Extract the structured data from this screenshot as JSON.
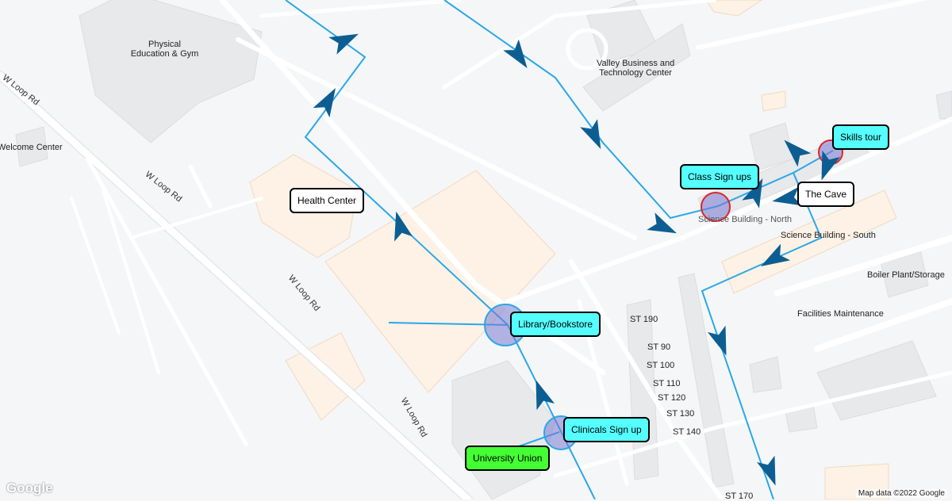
{
  "places": [
    "Physical\nEducation & Gym",
    "Welcome Center",
    "Valley Business and\nTechnology Center",
    "Science Building - South",
    "Boiler Plant/Storage",
    "Facilities Maintenance",
    "Science Building - North",
    "ST 190",
    "ST 90",
    "ST 100",
    "ST 110",
    "ST 120",
    "ST 130",
    "ST 140",
    "ST 170"
  ],
  "roads": [
    "W Loop Rd",
    "W Loop Rd",
    "W Loop Rd",
    "W Loop Rd"
  ],
  "markers": [
    {
      "label": "Health Center",
      "style": "white"
    },
    {
      "label": "Class Sign ups",
      "style": "cyan"
    },
    {
      "label": "Skills tour",
      "style": "cyan"
    },
    {
      "label": "The Cave",
      "style": "white"
    },
    {
      "label": "Library/Bookstore",
      "style": "cyan"
    },
    {
      "label": "Clinicals Sign up",
      "style": "cyan"
    },
    {
      "label": "University Union",
      "style": "green"
    }
  ],
  "colors": {
    "route": "#29a8e8",
    "arrow": "#0c5e92",
    "cyan": "#55ffff",
    "green": "#44ff33"
  },
  "attribution": "Map data ©2022 Google",
  "logo": "Google"
}
